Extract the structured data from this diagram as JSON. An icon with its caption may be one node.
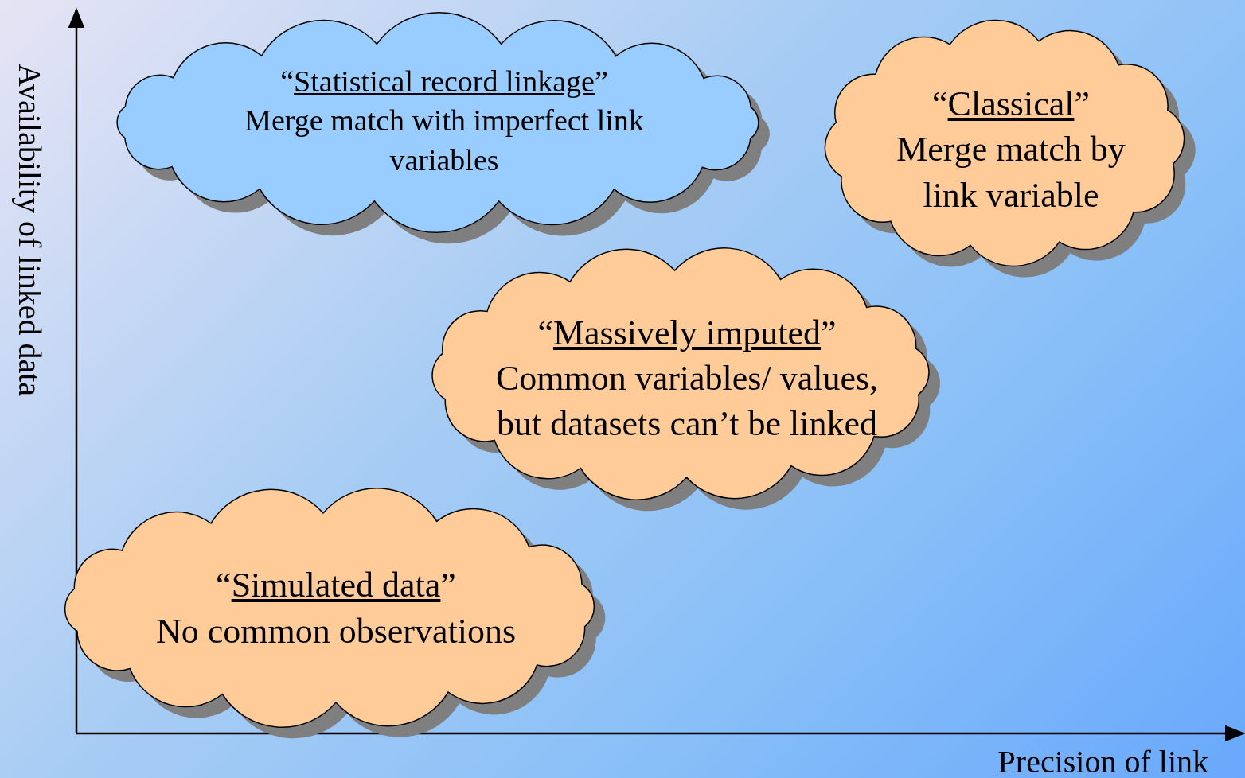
{
  "diagram": {
    "nodes": [
      {
        "text": [
          "“Statistical record linkage”",
          "Merge match with imperfect link variables"
        ]
      },
      {
        "text": [
          "“Classical”",
          "Merge match by link variable"
        ]
      },
      {
        "text": [
          "“Massively imputed”",
          "Common variables/ values, but datasets can’t be linked"
        ]
      },
      {
        "text": [
          "“Simulated data”",
          "No common observations"
        ]
      }
    ],
    "labels": [
      "Availability of linked data",
      "Precision of link"
    ]
  }
}
